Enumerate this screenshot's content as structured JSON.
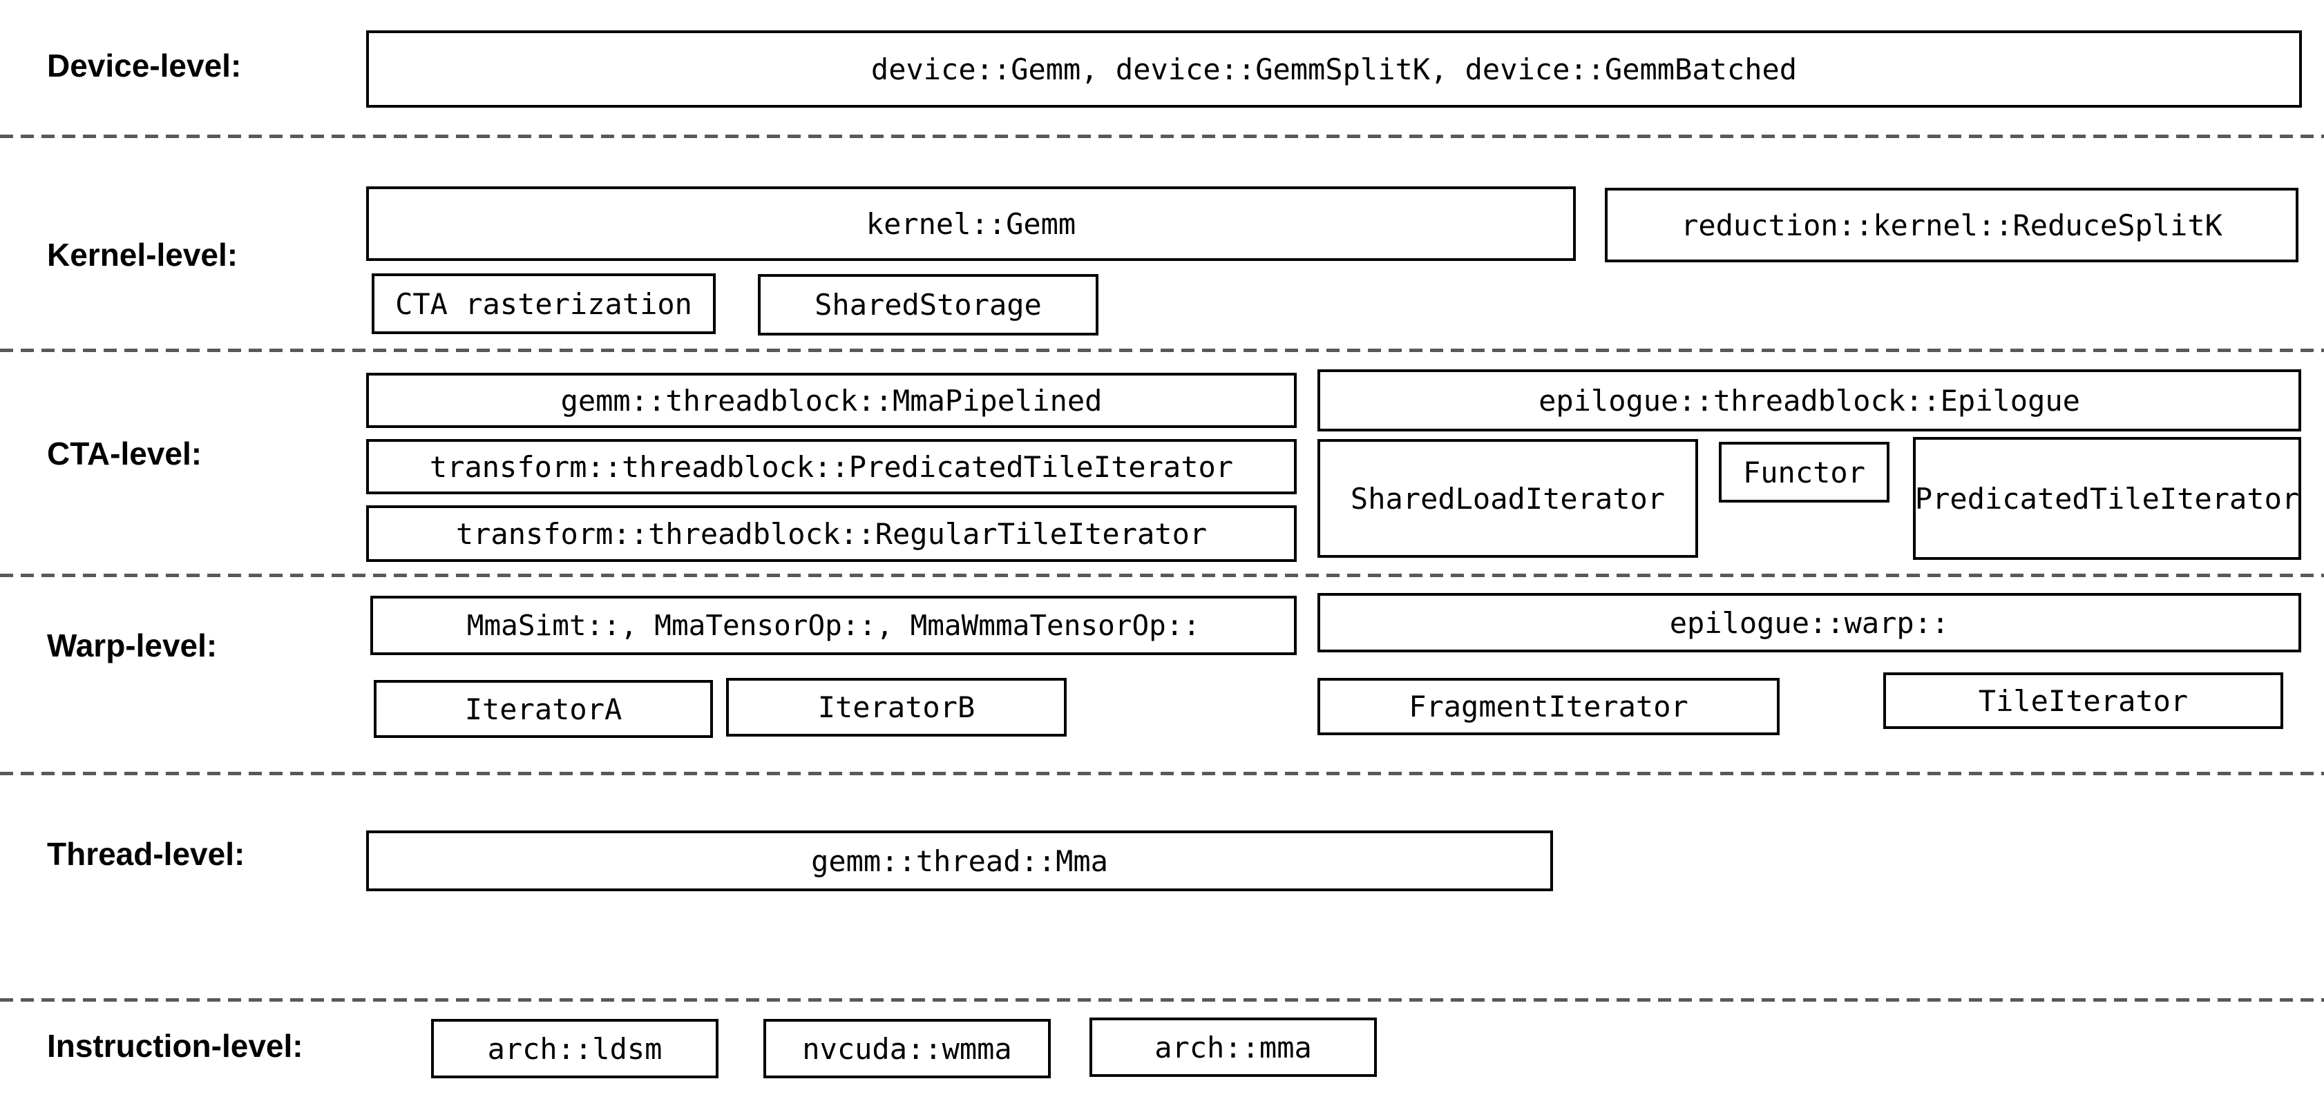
{
  "colors": {
    "background": "#ffffff",
    "box_border": "#000000",
    "text": "#000000",
    "separator": "#595959"
  },
  "levels": [
    {
      "label": "Device-level:",
      "boxes": [
        {
          "text": "device::Gemm, device::GemmSplitK, device::GemmBatched"
        }
      ]
    },
    {
      "label": "Kernel-level:",
      "boxes": [
        {
          "text": "kernel::Gemm"
        },
        {
          "text": "reduction::kernel::ReduceSplitK"
        },
        {
          "text": "CTA rasterization"
        },
        {
          "text": "SharedStorage"
        }
      ]
    },
    {
      "label": "CTA-level:",
      "boxes": [
        {
          "text": "gemm::threadblock::MmaPipelined"
        },
        {
          "text": "transform::threadblock::PredicatedTileIterator"
        },
        {
          "text": "transform::threadblock::RegularTileIterator"
        },
        {
          "text": "epilogue::threadblock::Epilogue"
        },
        {
          "text": "SharedLoadIterator"
        },
        {
          "text": "Functor"
        },
        {
          "text": "PredicatedTileIterator"
        }
      ]
    },
    {
      "label": "Warp-level:",
      "boxes": [
        {
          "text": "MmaSimt::, MmaTensorOp::, MmaWmmaTensorOp::"
        },
        {
          "text": "IteratorA"
        },
        {
          "text": "IteratorB"
        },
        {
          "text": "epilogue::warp::"
        },
        {
          "text": "FragmentIterator"
        },
        {
          "text": "TileIterator"
        }
      ]
    },
    {
      "label": "Thread-level:",
      "boxes": [
        {
          "text": "gemm::thread::Mma"
        }
      ]
    },
    {
      "label": "Instruction-level:",
      "boxes": [
        {
          "text": "arch::ldsm"
        },
        {
          "text": "nvcuda::wmma"
        },
        {
          "text": "arch::mma"
        }
      ]
    }
  ]
}
